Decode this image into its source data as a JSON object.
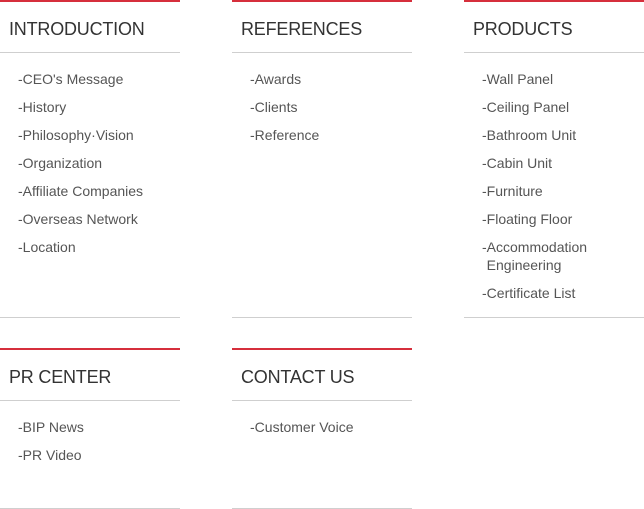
{
  "sections": {
    "introduction": {
      "title": "INTRODUCTION",
      "items": [
        "CEO's Message",
        "History",
        "Philosophy·Vision",
        "Organization",
        "Affiliate Companies",
        "Overseas Network",
        "Location"
      ]
    },
    "references": {
      "title": "REFERENCES",
      "items": [
        "Awards",
        "Clients",
        "Reference"
      ]
    },
    "products": {
      "title": "PRODUCTS",
      "items": [
        "Wall Panel",
        "Ceiling Panel",
        "Bathroom Unit",
        "Cabin Unit",
        "Furniture",
        "Floating Floor",
        "Accommodation Engineering",
        "Certificate List"
      ]
    },
    "pr_center": {
      "title": "PR CENTER",
      "items": [
        "BIP News",
        "PR Video"
      ]
    },
    "contact_us": {
      "title": "CONTACT US",
      "items": [
        "Customer Voice"
      ]
    }
  },
  "colors": {
    "accent": "#d62f3c",
    "divider": "#cfcfcf",
    "text": "#555555"
  }
}
